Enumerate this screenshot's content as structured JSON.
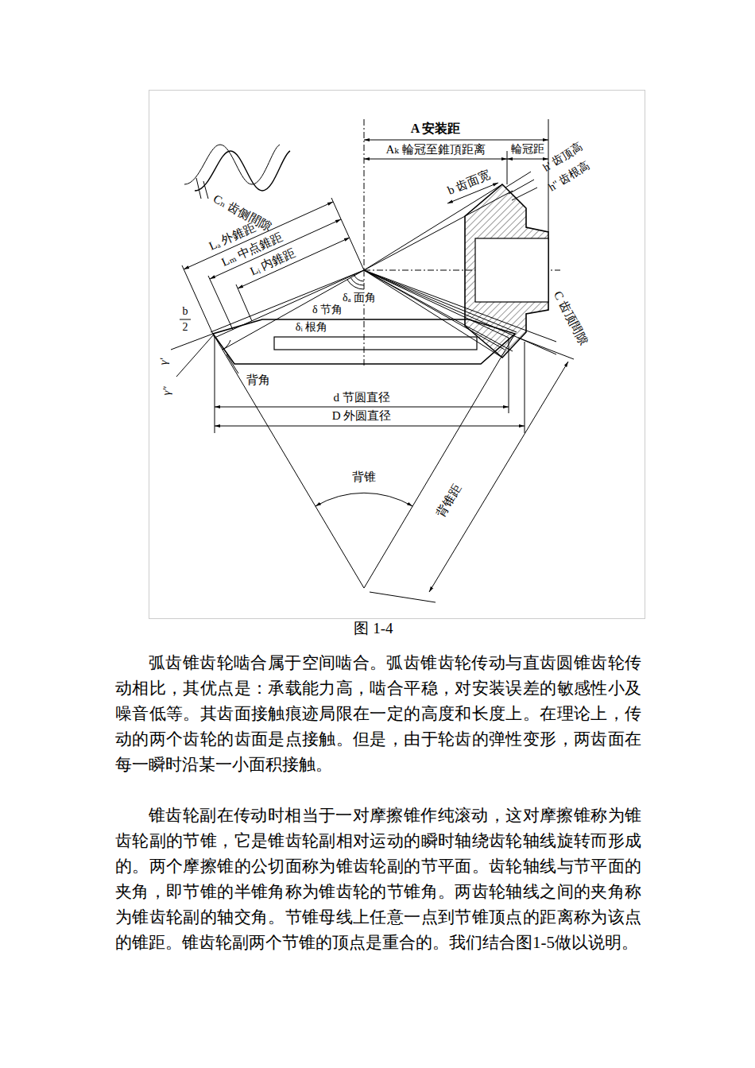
{
  "diagram": {
    "caption": "图 1-4",
    "labels": [
      "A 安装距",
      "Aₖ 輪冠至錐頂距离",
      "輪冠距",
      "h' 齿顶高",
      "h'' 齿根高",
      "b 齿面宽",
      "Cₙ 齿侧間隙",
      "Lₐ 外錐距",
      "Lₘ 中点錐距",
      "Lᵢ 内錐距",
      "δₐ 面角",
      "δ 节角",
      "δᵢ 根角",
      "b",
      "2",
      "γ'",
      "γ''",
      "背角",
      "d 节圆直径",
      "D 外圆直径",
      "背锥",
      "背锥距",
      "C 齿顶間隙",
      "弧齿锥齿轮啮合属于空间啮合。弧齿锥齿轮传动与直齿圆锥齿轮传动相比，其优点是：承载能力高，啮合平稳，对安装误差的敏感性小及噪音低等。其齿面接触痕迹局限在一定的高度和长度上。在理论上，传动的两个齿轮的齿面是点接触。但是，由于轮齿的弹性变形，两齿面在每一瞬时沿某一小面积接触。",
      "锥齿轮副在传动时相当于一对摩擦锥作纯滚动，这对摩擦锥称为锥齿轮副的节锥，它是锥齿轮副相对运动的瞬时轴绕齿轮轴线旋转而形成的。两个摩擦锥的公切面称为锥齿轮副的节平面。齿轮轴线与节平面的夹角，即节锥的半锥角称为锥齿轮的节锥角。两齿轮轴线之间的夹角称为锥齿轮副的轴交角。节锥母线上任意一点到节锥顶点的距离称为该点的锥距。锥齿轮副两个节锥的顶点是重合的。我们结合图1-5做以说明。"
    ]
  }
}
